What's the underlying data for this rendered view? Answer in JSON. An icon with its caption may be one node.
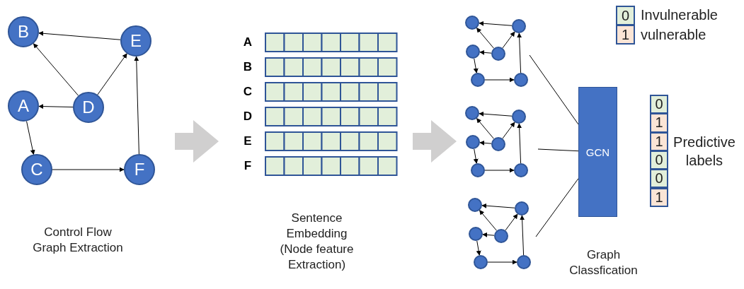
{
  "diagram": {
    "nodes": [
      {
        "text": [
          "B"
        ]
      },
      {
        "text": [
          "E"
        ]
      },
      {
        "text": [
          "A"
        ]
      },
      {
        "text": [
          "D"
        ]
      },
      {
        "text": [
          "C"
        ]
      },
      {
        "text": [
          "F"
        ]
      },
      {
        "text": [],
        "shape": "circle"
      },
      {
        "text": [],
        "shape": "circle"
      },
      {
        "text": [],
        "shape": "circle"
      },
      {
        "text": [],
        "shape": "circle"
      },
      {
        "text": [],
        "shape": "circle"
      },
      {
        "text": [],
        "shape": "circle"
      },
      {
        "text": [],
        "shape": "circle"
      },
      {
        "text": [],
        "shape": "circle"
      },
      {
        "text": [],
        "shape": "circle"
      },
      {
        "text": [],
        "shape": "circle"
      },
      {
        "text": [],
        "shape": "circle"
      },
      {
        "text": [],
        "shape": "circle"
      },
      {
        "text": [],
        "shape": "circle"
      },
      {
        "text": [],
        "shape": "circle"
      },
      {
        "text": [],
        "shape": "circle"
      },
      {
        "text": [],
        "shape": "circle"
      },
      {
        "text": [],
        "shape": "circle"
      },
      {
        "text": [],
        "shape": "circle"
      },
      {
        "text": [
          "GCN"
        ]
      }
    ],
    "edges": [
      {
        "from": 1,
        "to": 0,
        "arrow": "to"
      },
      {
        "from": 3,
        "to": 0,
        "arrow": "to"
      },
      {
        "from": 3,
        "to": 1,
        "arrow": "to"
      },
      {
        "from": 3,
        "to": 2,
        "arrow": "to"
      },
      {
        "from": 2,
        "to": 4,
        "arrow": "to"
      },
      {
        "from": 4,
        "to": 5,
        "arrow": "to"
      },
      {
        "from": 5,
        "to": 1,
        "arrow": "to"
      },
      {
        "from": 7,
        "to": 6,
        "arrow": "to"
      },
      {
        "from": 9,
        "to": 6,
        "arrow": "to"
      },
      {
        "from": 9,
        "to": 7,
        "arrow": "to"
      },
      {
        "from": 9,
        "to": 8,
        "arrow": "to"
      },
      {
        "from": 8,
        "to": 10,
        "arrow": "to"
      },
      {
        "from": 10,
        "to": 11,
        "arrow": "to"
      },
      {
        "from": 11,
        "to": 7,
        "arrow": "to"
      },
      {
        "from": 13,
        "to": 12,
        "arrow": "to"
      },
      {
        "from": 15,
        "to": 12,
        "arrow": "to"
      },
      {
        "from": 15,
        "to": 13,
        "arrow": "to"
      },
      {
        "from": 15,
        "to": 14,
        "arrow": "to"
      },
      {
        "from": 14,
        "to": 16,
        "arrow": "to"
      },
      {
        "from": 16,
        "to": 17,
        "arrow": "to"
      },
      {
        "from": 17,
        "to": 13,
        "arrow": "to"
      },
      {
        "from": 19,
        "to": 18,
        "arrow": "to"
      },
      {
        "from": 21,
        "to": 18,
        "arrow": "to"
      },
      {
        "from": 21,
        "to": 19,
        "arrow": "to"
      },
      {
        "from": 21,
        "to": 20,
        "arrow": "to"
      },
      {
        "from": 20,
        "to": 22,
        "arrow": "to"
      },
      {
        "from": 22,
        "to": 23,
        "arrow": "to"
      },
      {
        "from": 23,
        "to": 19,
        "arrow": "to"
      },
      {
        "from": null,
        "to": 24,
        "arrow": "none"
      },
      {
        "from": null,
        "to": 24,
        "arrow": "none"
      },
      {
        "from": null,
        "to": 24,
        "arrow": "none"
      }
    ],
    "labels": [
      "0",
      "1",
      "A",
      "B",
      "C",
      "D",
      "E",
      "F",
      "0",
      "1",
      "1",
      "0",
      "0",
      "1",
      "Predictive labels",
      "Control Flow Graph Extraction",
      "Sentence Embedding (Node feature Extraction)",
      "Graph Classfication"
    ],
    "legend": [
      {
        "text": "Invulnerable",
        "color": "#e2efda"
      },
      {
        "text": "vulnerable",
        "color": "#fbe5d6"
      }
    ]
  }
}
